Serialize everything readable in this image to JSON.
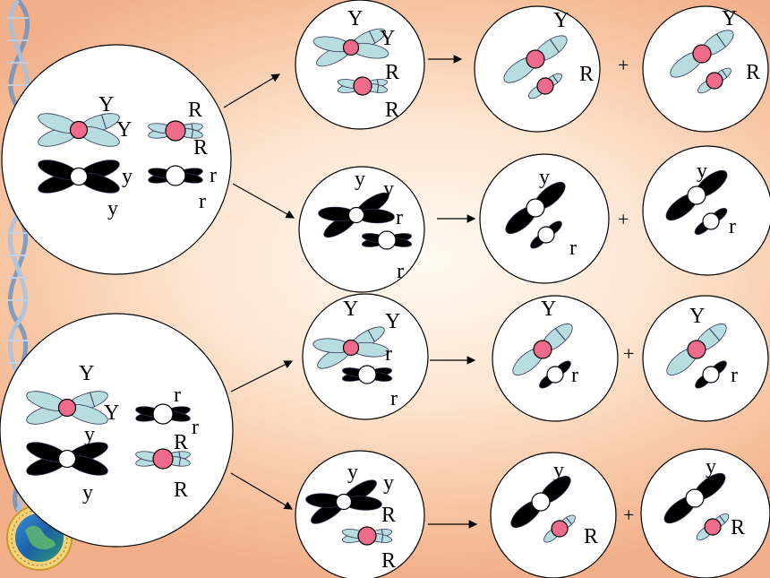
{
  "colors": {
    "dominant_chromosome": "#b8dde0",
    "recessive_chromosome": "#000000",
    "dominant_centromere": "#ef6b8b",
    "recessive_centromere": "#ffffff",
    "cell_fill": "#ffffff"
  },
  "labels": {
    "Y": "Y",
    "y": "y",
    "R": "R",
    "r": "r",
    "plus": "+"
  },
  "icons": [
    "dna-helix-icon",
    "globe-logo-icon"
  ],
  "diagram": {
    "parent_cells": [
      {
        "name": "parent-cell-1",
        "long_pair": [
          "Y",
          "y"
        ],
        "short_pair": [
          "R",
          "r"
        ]
      },
      {
        "name": "parent-cell-2",
        "long_pair": [
          "Y",
          "y"
        ],
        "short_pair": [
          "r",
          "R"
        ]
      }
    ],
    "division_rows": [
      {
        "first_division": [
          "Y",
          "R"
        ],
        "gametes": [
          [
            "Y",
            "R"
          ],
          [
            "Y",
            "R"
          ]
        ]
      },
      {
        "first_division": [
          "y",
          "r"
        ],
        "gametes": [
          [
            "y",
            "r"
          ],
          [
            "y",
            "r"
          ]
        ]
      },
      {
        "first_division": [
          "Y",
          "r"
        ],
        "gametes": [
          [
            "Y",
            "r"
          ],
          [
            "Y",
            "r"
          ]
        ]
      },
      {
        "first_division": [
          "y",
          "R"
        ],
        "gametes": [
          [
            "y",
            "R"
          ],
          [
            "y",
            "R"
          ]
        ]
      }
    ]
  }
}
